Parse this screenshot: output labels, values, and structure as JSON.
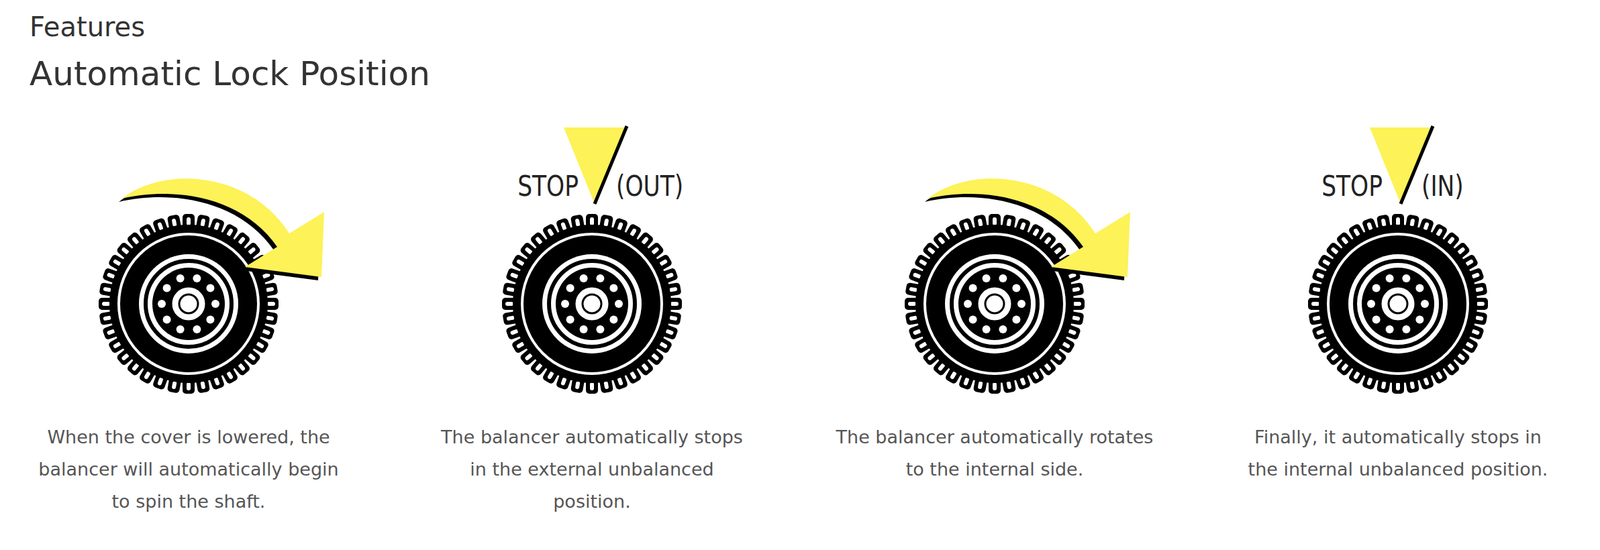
{
  "diagram": {
    "title": "Automatic Lock Position",
    "labels": [
      "Features",
      "STOP",
      "(OUT)",
      "STOP",
      "(IN)",
      "When the cover is lowered, the balancer will automatically begin to spin the shaft.",
      "The balancer automatically stops in the external unbalanced position.",
      "The balancer automatically rotates to the internal side.",
      "Finally, it automatically stops in the internal unbalanced position."
    ]
  }
}
